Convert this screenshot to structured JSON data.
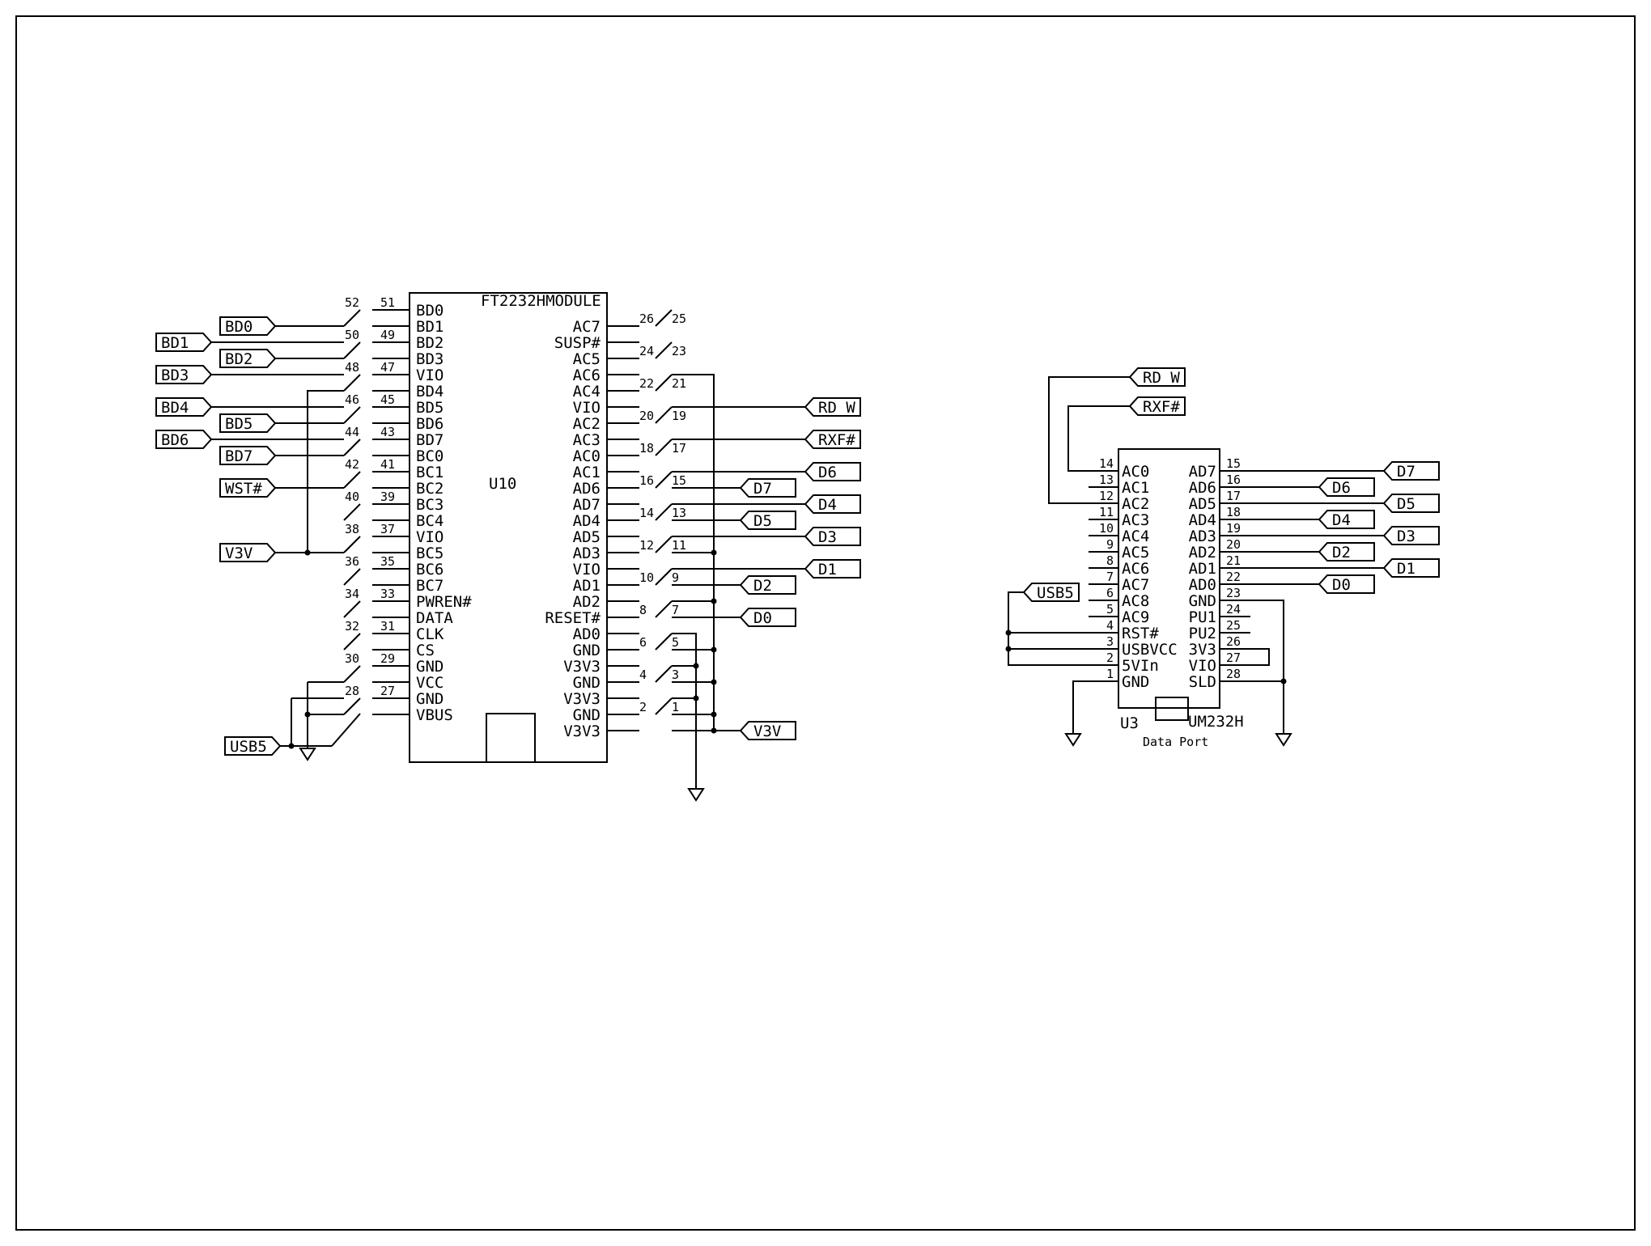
{
  "u10": {
    "ref": "U10",
    "name": "FT2232HMODULE",
    "left_pins": [
      {
        "outer": "52",
        "inner": "51",
        "name": "BD0"
      },
      {
        "outer": "",
        "inner": "",
        "name": "BD1"
      },
      {
        "outer": "50",
        "inner": "49",
        "name": "BD2"
      },
      {
        "outer": "",
        "inner": "",
        "name": "BD3"
      },
      {
        "outer": "48",
        "inner": "47",
        "name": "VIO"
      },
      {
        "outer": "",
        "inner": "",
        "name": "BD4"
      },
      {
        "outer": "46",
        "inner": "45",
        "name": "BD5"
      },
      {
        "outer": "",
        "inner": "",
        "name": "BD6"
      },
      {
        "outer": "44",
        "inner": "43",
        "name": "BD7"
      },
      {
        "outer": "",
        "inner": "",
        "name": "BC0"
      },
      {
        "outer": "42",
        "inner": "41",
        "name": "BC1"
      },
      {
        "outer": "",
        "inner": "",
        "name": "BC2"
      },
      {
        "outer": "40",
        "inner": "39",
        "name": "BC3"
      },
      {
        "outer": "",
        "inner": "",
        "name": "BC4"
      },
      {
        "outer": "38",
        "inner": "37",
        "name": "VIO"
      },
      {
        "outer": "",
        "inner": "",
        "name": "BC5"
      },
      {
        "outer": "36",
        "inner": "35",
        "name": "BC6"
      },
      {
        "outer": "",
        "inner": "",
        "name": "BC7"
      },
      {
        "outer": "34",
        "inner": "33",
        "name": "PWREN#"
      },
      {
        "outer": "",
        "inner": "",
        "name": "DATA"
      },
      {
        "outer": "32",
        "inner": "31",
        "name": "CLK"
      },
      {
        "outer": "",
        "inner": "",
        "name": "CS"
      },
      {
        "outer": "30",
        "inner": "29",
        "name": "GND"
      },
      {
        "outer": "",
        "inner": "",
        "name": "VCC"
      },
      {
        "outer": "28",
        "inner": "27",
        "name": "GND"
      },
      {
        "outer": "",
        "inner": "",
        "name": "VBUS"
      }
    ],
    "right_pins": [
      {
        "inner": "26",
        "outer": "25",
        "name": "AC7"
      },
      {
        "inner": "",
        "outer": "",
        "name": "SUSP#"
      },
      {
        "inner": "24",
        "outer": "23",
        "name": "AC5"
      },
      {
        "inner": "",
        "outer": "",
        "name": "AC6"
      },
      {
        "inner": "22",
        "outer": "21",
        "name": "AC4"
      },
      {
        "inner": "",
        "outer": "",
        "name": "VIO"
      },
      {
        "inner": "20",
        "outer": "19",
        "name": "AC2"
      },
      {
        "inner": "",
        "outer": "",
        "name": "AC3"
      },
      {
        "inner": "18",
        "outer": "17",
        "name": "AC0"
      },
      {
        "inner": "",
        "outer": "",
        "name": "AC1"
      },
      {
        "inner": "16",
        "outer": "15",
        "name": "AD6"
      },
      {
        "inner": "",
        "outer": "",
        "name": "AD7"
      },
      {
        "inner": "14",
        "outer": "13",
        "name": "AD4"
      },
      {
        "inner": "",
        "outer": "",
        "name": "AD5"
      },
      {
        "inner": "12",
        "outer": "11",
        "name": "AD3"
      },
      {
        "inner": "",
        "outer": "",
        "name": "VIO"
      },
      {
        "inner": "10",
        "outer": "9",
        "name": "AD1"
      },
      {
        "inner": "",
        "outer": "",
        "name": "AD2"
      },
      {
        "inner": "8",
        "outer": "7",
        "name": "RESET#"
      },
      {
        "inner": "",
        "outer": "",
        "name": "AD0"
      },
      {
        "inner": "6",
        "outer": "5",
        "name": "GND"
      },
      {
        "inner": "",
        "outer": "",
        "name": "V3V3"
      },
      {
        "inner": "4",
        "outer": "3",
        "name": "GND"
      },
      {
        "inner": "",
        "outer": "",
        "name": "V3V3"
      },
      {
        "inner": "2",
        "outer": "1",
        "name": "GND"
      },
      {
        "inner": "",
        "outer": "",
        "name": "V3V3"
      }
    ],
    "left_nets": [
      {
        "label": "BD0",
        "row": 1,
        "col": "near"
      },
      {
        "label": "BD1",
        "row": 2,
        "col": "far"
      },
      {
        "label": "BD2",
        "row": 3,
        "col": "near"
      },
      {
        "label": "BD3",
        "row": 4,
        "col": "far"
      },
      {
        "label": "BD4",
        "row": 6,
        "col": "far"
      },
      {
        "label": "BD5",
        "row": 7,
        "col": "near"
      },
      {
        "label": "BD6",
        "row": 8,
        "col": "far"
      },
      {
        "label": "BD7",
        "row": 9,
        "col": "near"
      },
      {
        "label": "WST#",
        "row": 11,
        "col": "near"
      },
      {
        "label": "V3V",
        "row": 15,
        "col": "near"
      },
      {
        "label": "USB5",
        "row": 27,
        "col": "usb"
      }
    ],
    "right_nets": [
      {
        "label": "RD_W",
        "row": 6,
        "col": "far"
      },
      {
        "label": "RXF#",
        "row": 8,
        "col": "far"
      },
      {
        "label": "D6",
        "row": 10,
        "col": "far"
      },
      {
        "label": "D7",
        "row": 11,
        "col": "near"
      },
      {
        "label": "D4",
        "row": 12,
        "col": "far"
      },
      {
        "label": "D5",
        "row": 13,
        "col": "near"
      },
      {
        "label": "D3",
        "row": 14,
        "col": "far"
      },
      {
        "label": "D1",
        "row": 16,
        "col": "far"
      },
      {
        "label": "D2",
        "row": 17,
        "col": "near"
      },
      {
        "label": "D0",
        "row": 19,
        "col": "near"
      },
      {
        "label": "V3V",
        "row": 26,
        "col": "near"
      }
    ]
  },
  "u3": {
    "ref": "U3",
    "name": "UM232H",
    "caption": "Data Port",
    "left_pins": [
      {
        "num": "14",
        "name": "AC0"
      },
      {
        "num": "13",
        "name": "AC1"
      },
      {
        "num": "12",
        "name": "AC2"
      },
      {
        "num": "11",
        "name": "AC3"
      },
      {
        "num": "10",
        "name": "AC4"
      },
      {
        "num": "9",
        "name": "AC5"
      },
      {
        "num": "8",
        "name": "AC6"
      },
      {
        "num": "7",
        "name": "AC7"
      },
      {
        "num": "6",
        "name": "AC8"
      },
      {
        "num": "5",
        "name": "AC9"
      },
      {
        "num": "4",
        "name": "RST#"
      },
      {
        "num": "3",
        "name": "USBVCC"
      },
      {
        "num": "2",
        "name": "5VIn"
      },
      {
        "num": "1",
        "name": "GND"
      }
    ],
    "right_pins": [
      {
        "num": "15",
        "name": "AD7"
      },
      {
        "num": "16",
        "name": "AD6"
      },
      {
        "num": "17",
        "name": "AD5"
      },
      {
        "num": "18",
        "name": "AD4"
      },
      {
        "num": "19",
        "name": "AD3"
      },
      {
        "num": "20",
        "name": "AD2"
      },
      {
        "num": "21",
        "name": "AD1"
      },
      {
        "num": "22",
        "name": "AD0"
      },
      {
        "num": "23",
        "name": "GND"
      },
      {
        "num": "24",
        "name": "PU1"
      },
      {
        "num": "25",
        "name": "PU2"
      },
      {
        "num": "26",
        "name": "3V3"
      },
      {
        "num": "27",
        "name": "VIO"
      },
      {
        "num": "28",
        "name": "SLD"
      }
    ],
    "right_nets": [
      {
        "label": "D7",
        "row": 0,
        "col": "far"
      },
      {
        "label": "D6",
        "row": 1,
        "col": "near"
      },
      {
        "label": "D5",
        "row": 2,
        "col": "far"
      },
      {
        "label": "D4",
        "row": 3,
        "col": "near"
      },
      {
        "label": "D3",
        "row": 4,
        "col": "far"
      },
      {
        "label": "D2",
        "row": 5,
        "col": "near"
      },
      {
        "label": "D1",
        "row": 6,
        "col": "far"
      },
      {
        "label": "D0",
        "row": 7,
        "col": "near"
      }
    ],
    "top_nets": [
      {
        "label": "RD_W"
      },
      {
        "label": "RXF#"
      }
    ],
    "usb_net": {
      "label": "USB5"
    }
  }
}
